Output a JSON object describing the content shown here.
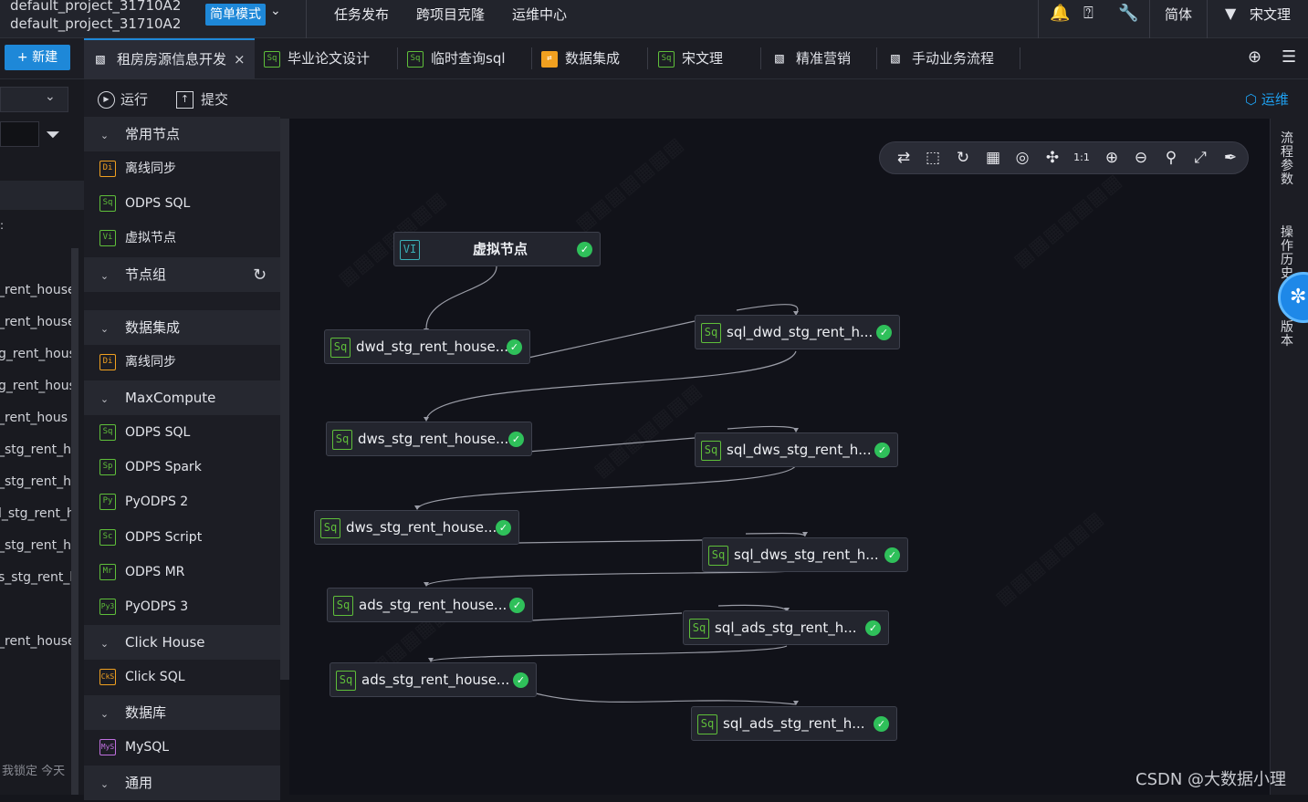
{
  "header": {
    "project_line1": "default_project_31710A2",
    "project_line2": "default_project_31710A2",
    "mode_label": "简单模式",
    "nav": [
      "任务发布",
      "跨项目克隆",
      "运维中心"
    ],
    "lang": "简体",
    "user": "宋文理"
  },
  "toolbar_top": {
    "new_label": "新建"
  },
  "tabs": [
    {
      "label": "租房房源信息开发",
      "icon": "workflow-icon",
      "active": true
    },
    {
      "label": "毕业论文设计",
      "icon": "sql-icon"
    },
    {
      "label": "临时查询sql",
      "icon": "sql-icon"
    },
    {
      "label": "数据集成",
      "icon": "data-integration-icon"
    },
    {
      "label": "宋文理",
      "icon": "sql-icon"
    },
    {
      "label": "精准营销",
      "icon": "workflow-icon"
    },
    {
      "label": "手动业务流程",
      "icon": "workflow-icon"
    }
  ],
  "actions": {
    "run": "运行",
    "submit": "提交",
    "ops": "运维"
  },
  "left_panel": {
    "items": [
      "_rent_house",
      "_rent_house",
      "g_rent_hous",
      "g_rent_hous",
      "_rent_hous",
      "_stg_rent_h",
      "_stg_rent_h",
      "l_stg_rent_h",
      "_stg_rent_h",
      "s_stg_rent_h",
      "_rent_house"
    ],
    "bottom_text": "我锁定  今天"
  },
  "node_library": {
    "groups": [
      {
        "label": "常用节点",
        "items": [
          {
            "label": "离线同步",
            "icon": "Di"
          },
          {
            "label": "ODPS SQL",
            "icon": "Sq"
          },
          {
            "label": "虚拟节点",
            "icon": "Vi"
          }
        ]
      },
      {
        "label": "节点组",
        "items": []
      },
      {
        "label": "数据集成",
        "items": [
          {
            "label": "离线同步",
            "icon": "Di"
          }
        ]
      },
      {
        "label": "MaxCompute",
        "items": [
          {
            "label": "ODPS SQL",
            "icon": "Sq"
          },
          {
            "label": "ODPS Spark",
            "icon": "Sp"
          },
          {
            "label": "PyODPS 2",
            "icon": "Py"
          },
          {
            "label": "ODPS Script",
            "icon": "Sc"
          },
          {
            "label": "ODPS MR",
            "icon": "Mr"
          },
          {
            "label": "PyODPS 3",
            "icon": "Py3"
          }
        ]
      },
      {
        "label": "Click House",
        "items": [
          {
            "label": "Click SQL",
            "icon": "CkS"
          }
        ]
      },
      {
        "label": "数据库",
        "items": [
          {
            "label": "MySQL",
            "icon": "MyS"
          }
        ]
      },
      {
        "label": "通用",
        "items": []
      }
    ]
  },
  "canvas": {
    "nodes": [
      {
        "label": "虚拟节点",
        "icon": "VI"
      },
      {
        "label": "dwd_stg_rent_house...",
        "icon": "Sq"
      },
      {
        "label": "sql_dwd_stg_rent_h...",
        "icon": "Sq"
      },
      {
        "label": "dws_stg_rent_house...",
        "icon": "Sq"
      },
      {
        "label": "sql_dws_stg_rent_h...",
        "icon": "Sq"
      },
      {
        "label": "dws_stg_rent_house...",
        "icon": "Sq"
      },
      {
        "label": "sql_dws_stg_rent_h...",
        "icon": "Sq"
      },
      {
        "label": "ads_stg_rent_house...",
        "icon": "Sq"
      },
      {
        "label": "sql_ads_stg_rent_h...",
        "icon": "Sq"
      },
      {
        "label": "ads_stg_rent_house...",
        "icon": "Sq"
      },
      {
        "label": "sql_ads_stg_rent_h...",
        "icon": "Sq"
      }
    ]
  },
  "right_rail": {
    "params": "流程参数",
    "history": "操作历史",
    "version": "版本"
  },
  "watermark_footer": "CSDN @大数据小理"
}
